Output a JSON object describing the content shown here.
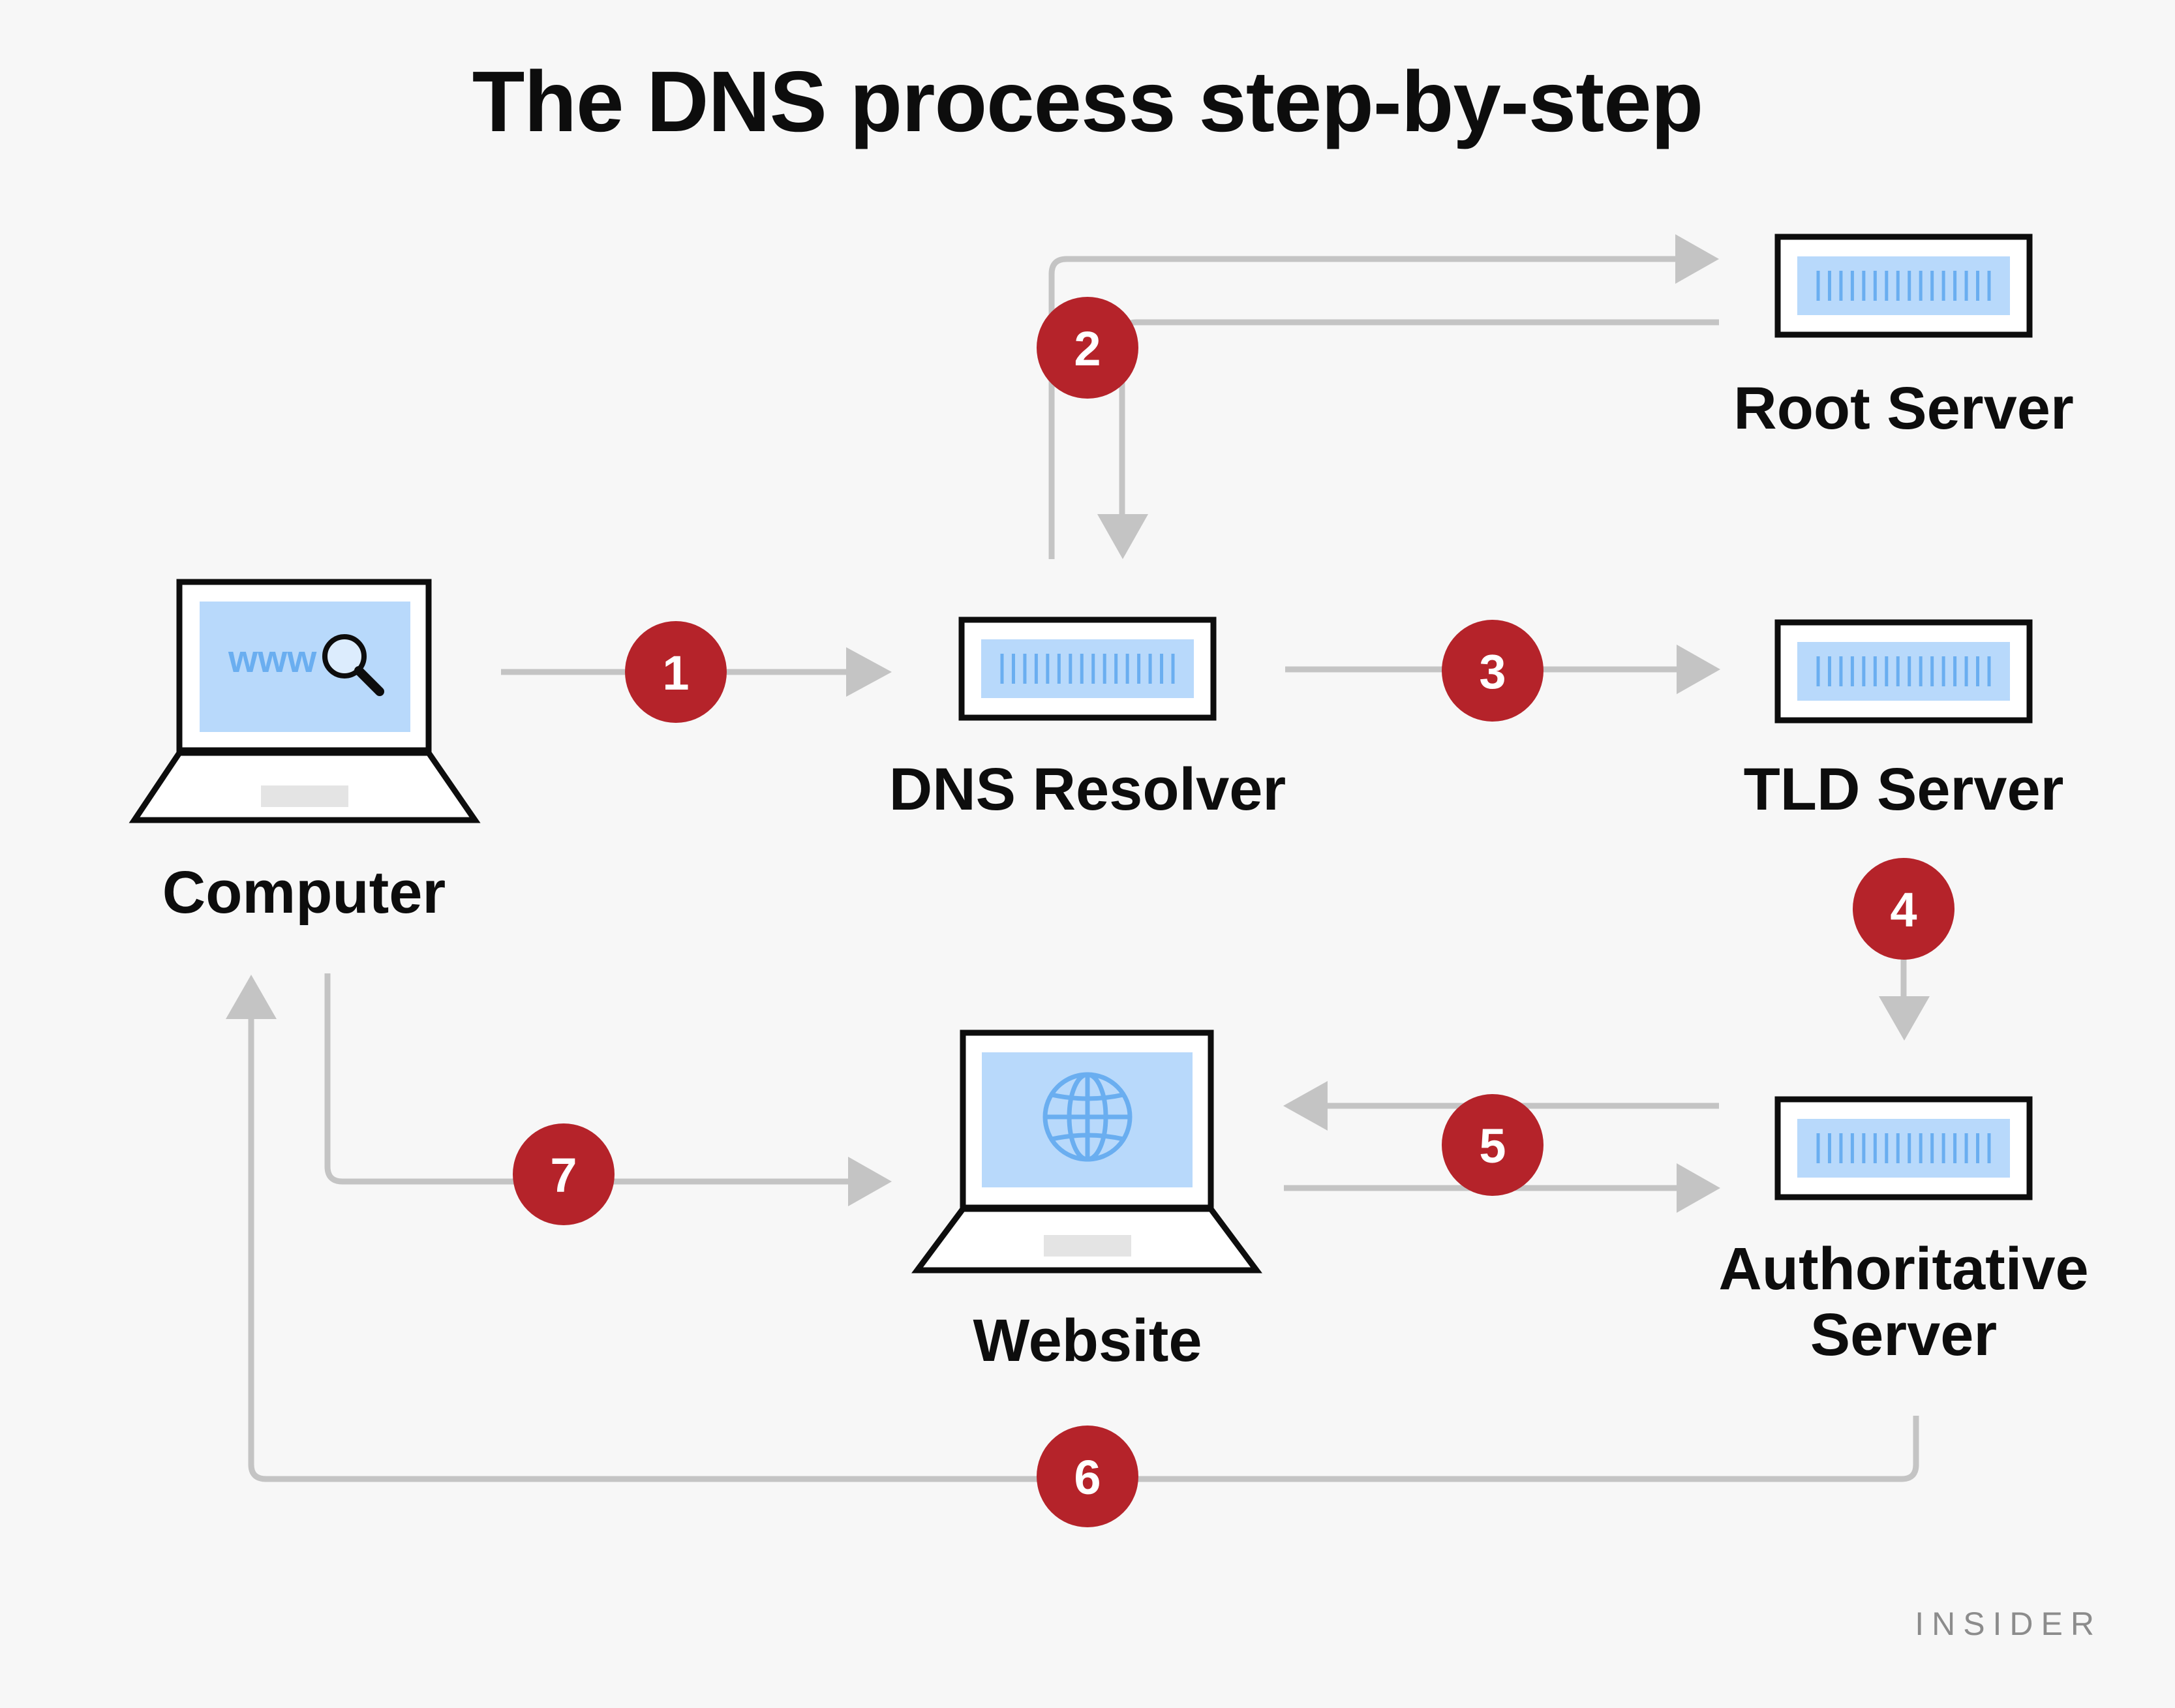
{
  "title": "The DNS process step-by-step",
  "nodes": {
    "computer": {
      "label": "Computer",
      "screen_text": "www",
      "icon": "laptop-search-icon"
    },
    "dns_resolver": {
      "label": "DNS Resolver",
      "icon": "server-icon"
    },
    "root_server": {
      "label": "Root Server",
      "icon": "server-icon"
    },
    "tld_server": {
      "label": "TLD Server",
      "icon": "server-icon"
    },
    "authoritative_server": {
      "label": "Authoritative\nServer",
      "icon": "server-icon"
    },
    "website": {
      "label": "Website",
      "icon": "laptop-globe-icon"
    }
  },
  "steps": [
    {
      "number": "1"
    },
    {
      "number": "2"
    },
    {
      "number": "3"
    },
    {
      "number": "4"
    },
    {
      "number": "5"
    },
    {
      "number": "6"
    },
    {
      "number": "7"
    }
  ],
  "brand": "INSIDER",
  "colors": {
    "background": "#f7f7f7",
    "badge": "#b5232a",
    "arrow": "#c4c4c4",
    "screen": "#b8d9fb",
    "screen_detail": "#6aaef0",
    "outline": "#0d0d0d"
  }
}
